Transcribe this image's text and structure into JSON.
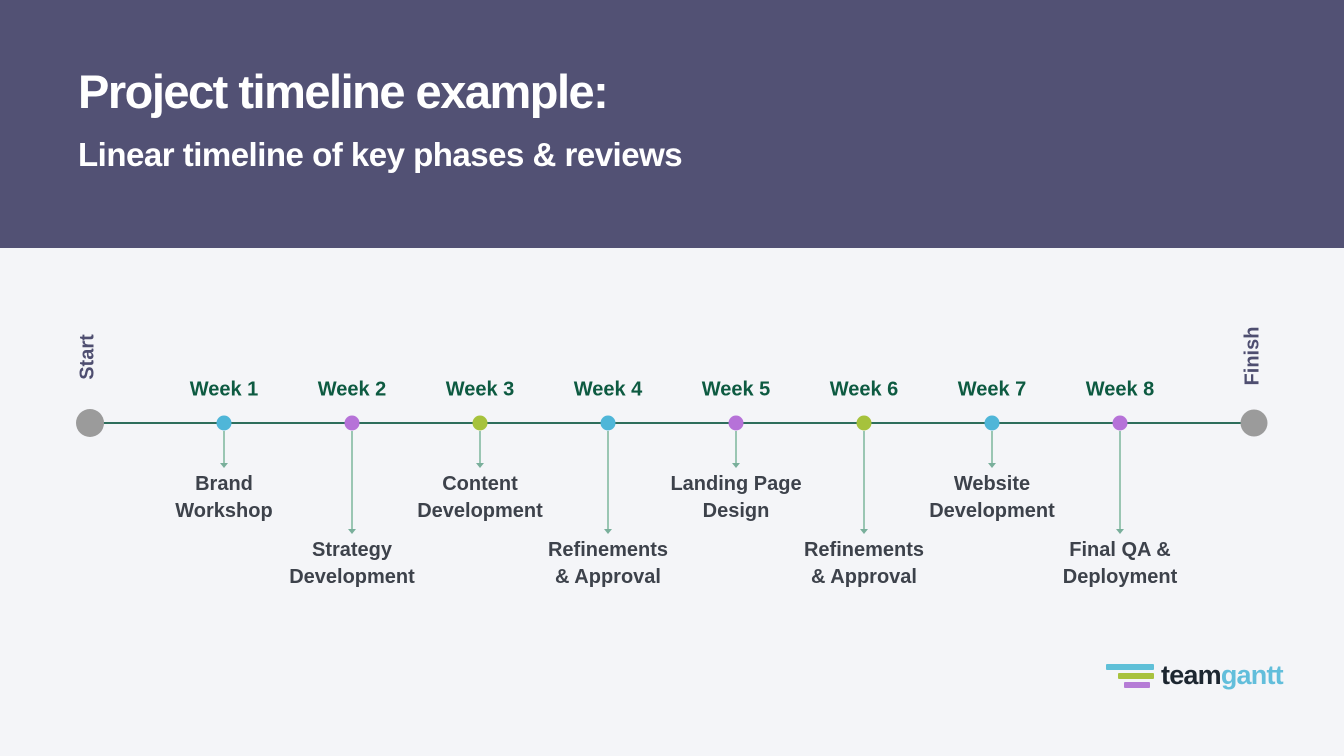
{
  "header": {
    "title": "Project timeline example:",
    "subtitle": "Linear timeline of key phases & reviews",
    "bg_color": "#525174",
    "text_color": "#ffffff"
  },
  "timeline": {
    "start_label": "Start",
    "finish_label": "Finish",
    "line_color": "#2e6e5c",
    "connector_color": "#9ac6b3",
    "endpoint_color": "#9b9b9b",
    "week_label_color": "#0d5a41",
    "phase_text_color": "#3d424b",
    "start_finish_label_color": "#4e4e70",
    "milestones": [
      {
        "week_label": "Week 1",
        "dot_color": "#4fb6d8",
        "phase_line1": "Brand",
        "phase_line2": "Workshop",
        "label_row": "upper"
      },
      {
        "week_label": "Week 2",
        "dot_color": "#b672d8",
        "phase_line1": "Strategy",
        "phase_line2": "Development",
        "label_row": "lower"
      },
      {
        "week_label": "Week 3",
        "dot_color": "#a6c23c",
        "phase_line1": "Content",
        "phase_line2": "Development",
        "label_row": "upper"
      },
      {
        "week_label": "Week 4",
        "dot_color": "#4fb6d8",
        "phase_line1": "Refinements",
        "phase_line2": "& Approval",
        "label_row": "lower"
      },
      {
        "week_label": "Week 5",
        "dot_color": "#b672d8",
        "phase_line1": "Landing Page",
        "phase_line2": "Design",
        "label_row": "upper"
      },
      {
        "week_label": "Week 6",
        "dot_color": "#a6c23c",
        "phase_line1": "Refinements",
        "phase_line2": "& Approval",
        "label_row": "lower"
      },
      {
        "week_label": "Week 7",
        "dot_color": "#4fb6d8",
        "phase_line1": "Website",
        "phase_line2": "Development",
        "label_row": "upper"
      },
      {
        "week_label": "Week 8",
        "dot_color": "#b672d8",
        "phase_line1": "Final QA &",
        "phase_line2": "Deployment",
        "label_row": "lower"
      }
    ]
  },
  "logo": {
    "brand_part1": "team",
    "brand_part2": "gantt",
    "part1_color": "#1c2630",
    "part2_color": "#62bedb",
    "icon_bar_colors": [
      "#5fc0d8",
      "#a8c23e",
      "#b57cd6"
    ]
  }
}
